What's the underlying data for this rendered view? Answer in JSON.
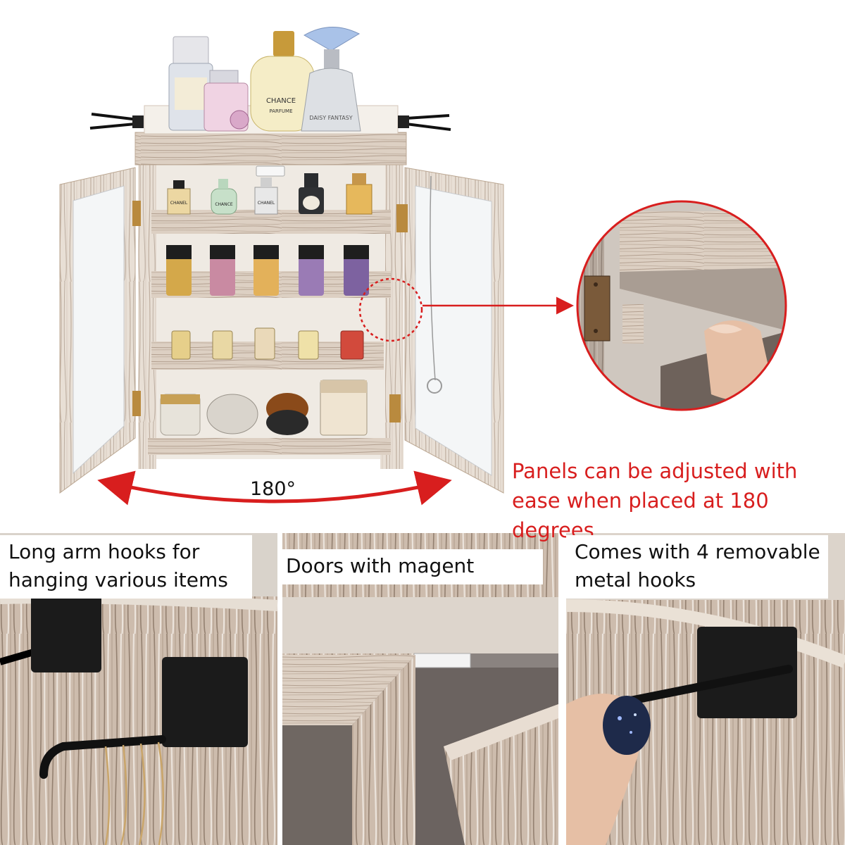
{
  "top": {
    "angle_label": "180°",
    "callout_text": "Panels can be adjusted with ease when placed at 180 degrees",
    "bottles_top": [
      "CHANCE",
      "PARFUME",
      "DAISY FANTASY"
    ],
    "bottles_shelf1": [
      "CHANEL",
      "CHANCE",
      "CHANEL"
    ]
  },
  "panels": [
    {
      "caption": "Long arm hooks for hanging various items"
    },
    {
      "caption": "Doors with magent"
    },
    {
      "caption": "Comes with 4 removable metal hooks"
    }
  ],
  "colors": {
    "accent": "#d81e1e",
    "wood_light": "#e6ddd2",
    "wood_dark": "#8a6f5c"
  }
}
